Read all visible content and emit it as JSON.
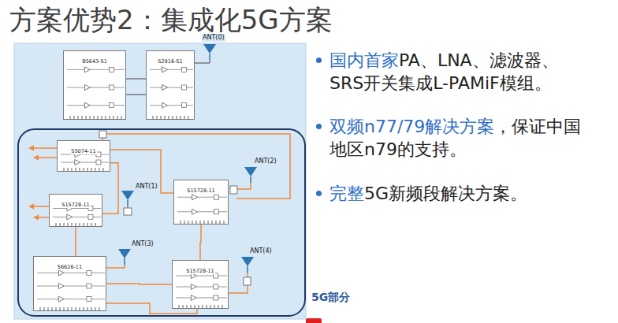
{
  "diagram": {
    "title": "方案优势2：集成化5G方案",
    "nodes": [
      {
        "text": [
          "B5643-S1"
        ]
      },
      {
        "text": [
          "S2916-S1"
        ]
      },
      {
        "text": [
          "5G部分"
        ]
      },
      {
        "text": [
          "S5074-11"
        ],
        "in": 2
      },
      {
        "text": [
          "S15728-11"
        ],
        "in": 2
      },
      {
        "text": [
          "S15728-11"
        ],
        "in": 2
      },
      {
        "text": [
          "S6626-11"
        ],
        "in": 2
      },
      {
        "text": [
          "S15728-11"
        ],
        "in": 2
      }
    ],
    "edges": [
      {
        "from": 3,
        "to": 4,
        "arrow": "none"
      },
      {
        "from": 3,
        "to": 5,
        "arrow": "none"
      },
      {
        "from": 4,
        "to": 6,
        "arrow": "none"
      },
      {
        "from": 5,
        "to": 7,
        "arrow": "none"
      },
      {
        "from": 6,
        "to": 7,
        "arrow": "none"
      }
    ],
    "labels": [
      "ANT(0)",
      "ANT(1)",
      "ANT(2)",
      "ANT(3)",
      "ANT(4)",
      "国内首家",
      "PA、LNA、滤波器、SRS开关集成L-PAMiF模组。",
      "双频n77/79解决方案",
      "，保证中国地区n79的支持。",
      "完整",
      "5G新频段解决方案。"
    ]
  }
}
